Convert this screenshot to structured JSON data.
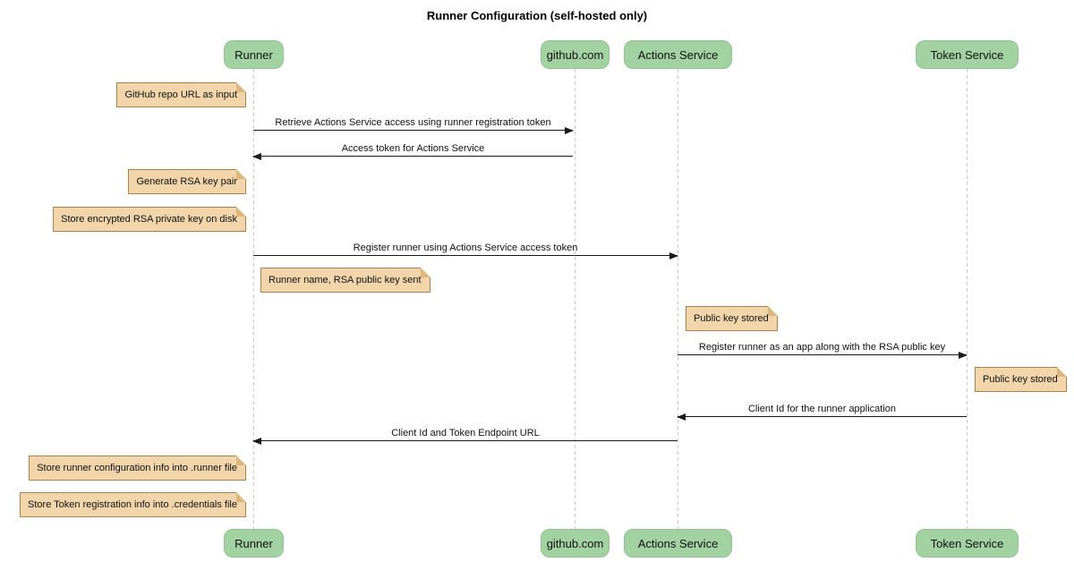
{
  "title": "Runner Configuration (self-hosted only)",
  "colors": {
    "participant_fill": "#a2d1a2",
    "participant_border": "#93c293",
    "note_fill": "#f2d5ab",
    "note_border": "#a8824f",
    "note_fold": "#ddb67d",
    "lifeline": "#c9c9c9",
    "arrow": "#1a1a1a",
    "background": "#ffffff"
  },
  "participants": [
    {
      "label": "Runner"
    },
    {
      "label": "github.com"
    },
    {
      "label": "Actions Service"
    },
    {
      "label": "Token Service"
    }
  ],
  "messages": [
    {
      "from": "Runner",
      "to": "github.com",
      "label": "Retrieve Actions Service access using runner registration token"
    },
    {
      "from": "github.com",
      "to": "Runner",
      "label": "Access token for Actions Service"
    },
    {
      "from": "Runner",
      "to": "Actions Service",
      "label": "Register runner using Actions Service access token"
    },
    {
      "from": "Actions Service",
      "to": "Token Service",
      "label": "Register runner as an app along with the RSA public key"
    },
    {
      "from": "Token Service",
      "to": "Actions Service",
      "label": "Client Id for the runner application"
    },
    {
      "from": "Actions Service",
      "to": "Runner",
      "label": "Client Id and Token Endpoint URL"
    }
  ],
  "notes": [
    {
      "text": "GitHub repo URL as input",
      "position": "left of Runner"
    },
    {
      "text": "Generate RSA key pair",
      "position": "left of Runner"
    },
    {
      "text": "Store encrypted RSA private key on disk",
      "position": "left of Runner"
    },
    {
      "text": "Runner name, RSA public key sent",
      "position": "right of Runner"
    },
    {
      "text": "Public key stored",
      "position": "right of Actions Service"
    },
    {
      "text": "Public key stored",
      "position": "right of Token Service"
    },
    {
      "text": "Store runner configuration info into .runner file",
      "position": "left of Runner"
    },
    {
      "text": "Store Token registration info into .credentials file",
      "position": "left of Runner"
    }
  ]
}
